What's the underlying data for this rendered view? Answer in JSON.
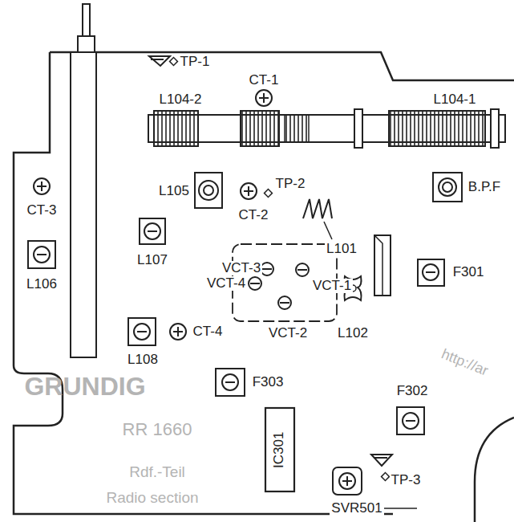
{
  "diagram": {
    "labels": [
      "TP-1",
      "CT-1",
      "L104-2",
      "L104-1",
      "CT-3",
      "L105",
      "CT-2",
      "TP-2",
      "B.P.F",
      "L101",
      "L107",
      "VCT-3",
      "VCT-1",
      "L106",
      "VCT-4",
      "F301",
      "L108",
      "CT-4",
      "VCT-2",
      "L102",
      "F303",
      "F302",
      "IC301",
      "TP-3",
      "SVR501",
      "GRUNDIG",
      "RR 1660",
      "Rdf.-Teil",
      "Radio section",
      "http://ar"
    ]
  }
}
